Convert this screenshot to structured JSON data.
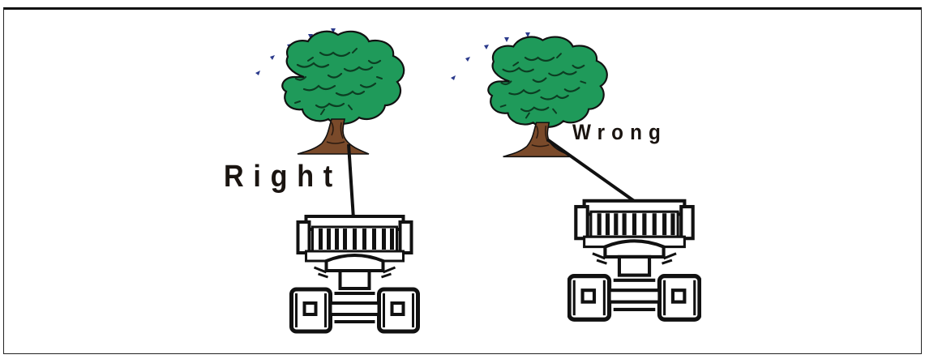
{
  "diagram": {
    "labels": {
      "right": "Right",
      "wrong": "Wrong"
    },
    "scenes": [
      {
        "name": "right",
        "icon": "tree-icon",
        "vehicle_icon": "tractor-icon",
        "cable": "straight-down"
      },
      {
        "name": "wrong",
        "icon": "tree-icon",
        "vehicle_icon": "tractor-icon",
        "cable": "angled"
      }
    ],
    "colors": {
      "foliage": "#1f9a5a",
      "foliage_dark": "#0e6b3a",
      "trunk": "#7a4a2a",
      "ink": "#111111",
      "arrows": "#2b3a8c"
    }
  }
}
